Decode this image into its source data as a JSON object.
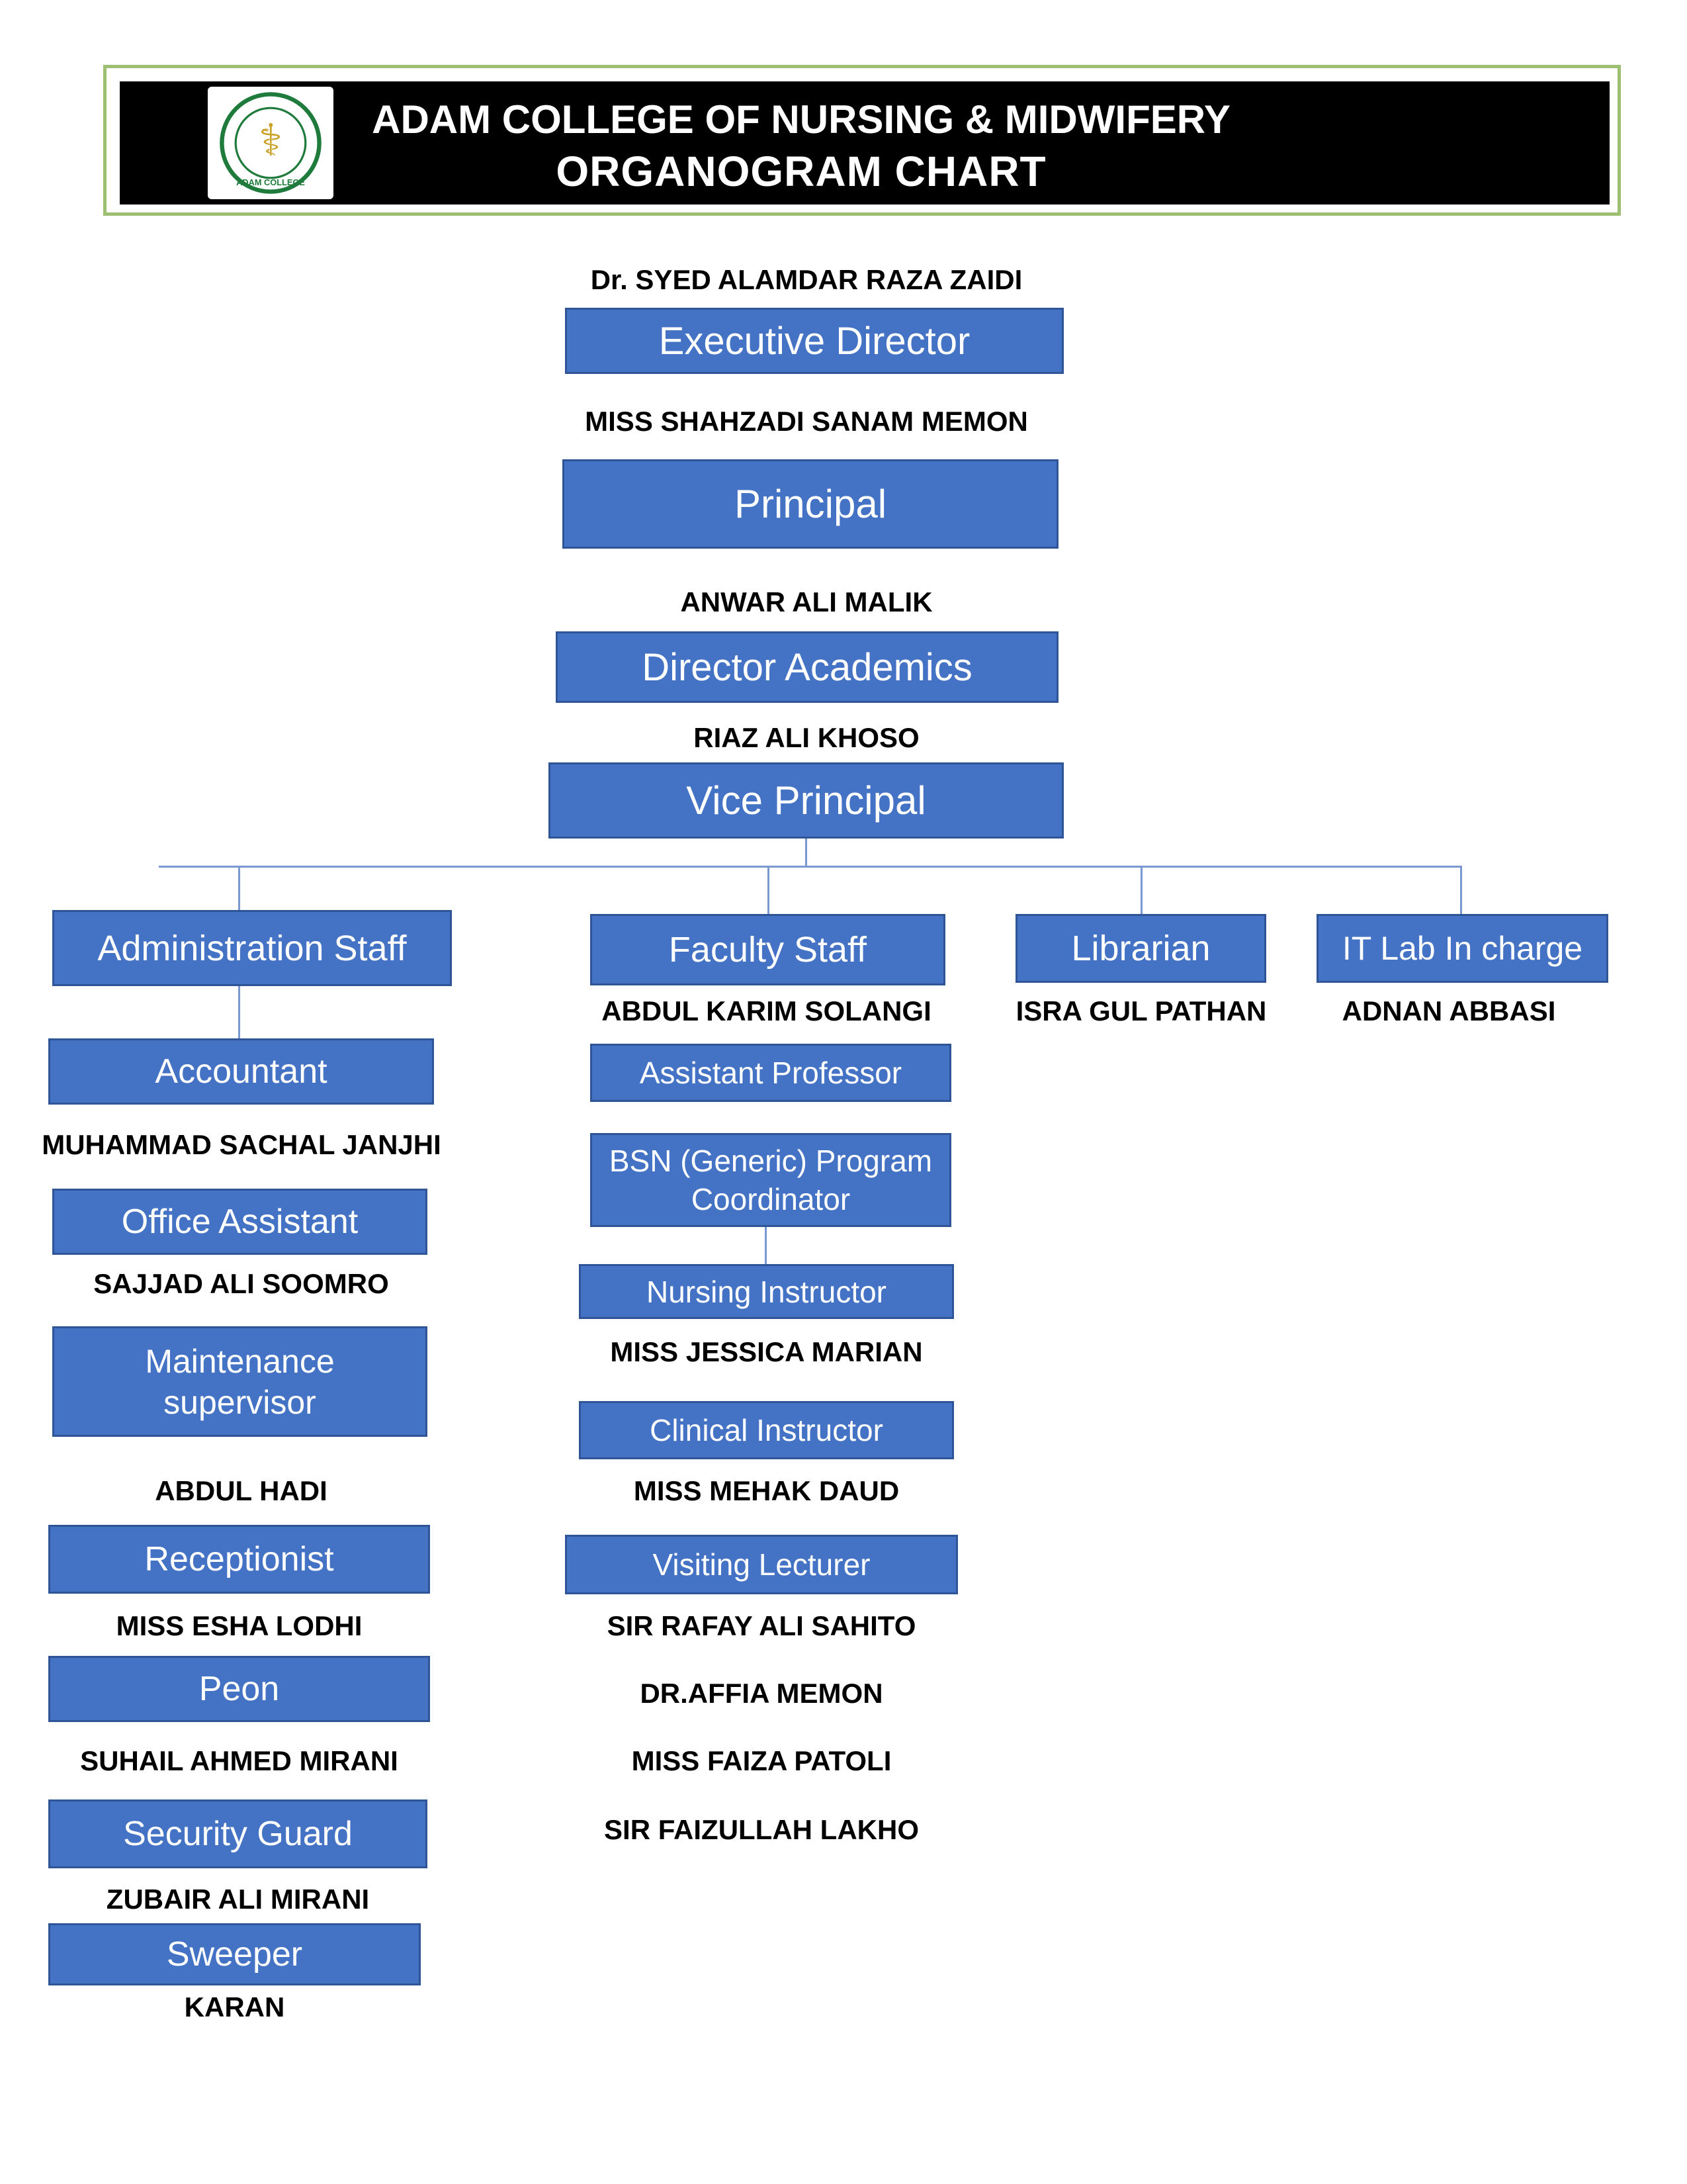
{
  "header": {
    "title_line1": "ADAM COLLEGE OF NURSING & MIDWIFERY",
    "title_line2": "ORGANOGRAM CHART",
    "logo_symbol": "⚕",
    "logo_text": "ADAM COLLEGE"
  },
  "colors": {
    "frame_border": "#9CBF72",
    "banner_bg": "#000000",
    "box_fill": "#4472C4",
    "box_border": "#2F5597",
    "box_text": "#FFFFFF",
    "name_text": "#000000",
    "connector": "#7A99D0",
    "logo_green": "#1E7B3C",
    "logo_gold": "#C9A227"
  },
  "chain": [
    {
      "name": "Dr. SYED ALAMDAR RAZA ZAIDI",
      "role": "Executive Director"
    },
    {
      "name": "MISS SHAHZADI SANAM MEMON",
      "role": "Principal"
    },
    {
      "name": "ANWAR ALI MALIK",
      "role": "Director Academics"
    },
    {
      "name": "RIAZ ALI KHOSO",
      "role": "Vice Principal"
    }
  ],
  "administration": {
    "title": "Administration Staff",
    "entries": [
      {
        "role": "Accountant",
        "name": "MUHAMMAD SACHAL JANJHI"
      },
      {
        "role": "Office Assistant",
        "name": "SAJJAD ALI SOOMRO"
      },
      {
        "role_line1": "Maintenance",
        "role_line2": "supervisor",
        "name": "ABDUL HADI"
      },
      {
        "role": "Receptionist",
        "name": "MISS ESHA LODHI"
      },
      {
        "role": "Peon",
        "name": "SUHAIL AHMED MIRANI"
      },
      {
        "role": "Security Guard",
        "name": "ZUBAIR ALI MIRANI"
      },
      {
        "role": "Sweeper",
        "name": "KARAN"
      }
    ]
  },
  "faculty": {
    "title": "Faculty Staff",
    "name_below_title": "ABDUL KARIM SOLANGI",
    "entries": [
      {
        "role": "Assistant Professor"
      },
      {
        "role_line1": "BSN (Generic) Program",
        "role_line2": "Coordinator"
      },
      {
        "role": "Nursing Instructor",
        "name": "MISS JESSICA MARIAN"
      },
      {
        "role": "Clinical Instructor",
        "name": "MISS MEHAK DAUD"
      },
      {
        "role": "Visiting Lecturer"
      }
    ],
    "visiting_lecturers": [
      "SIR RAFAY ALI SAHITO",
      "DR.AFFIA MEMON",
      "MISS FAIZA PATOLI",
      "SIR FAIZULLAH LAKHO"
    ]
  },
  "librarian": {
    "title": "Librarian",
    "name": "ISRA GUL PATHAN"
  },
  "it_lab": {
    "title": "IT Lab In charge",
    "name": "ADNAN ABBASI"
  }
}
